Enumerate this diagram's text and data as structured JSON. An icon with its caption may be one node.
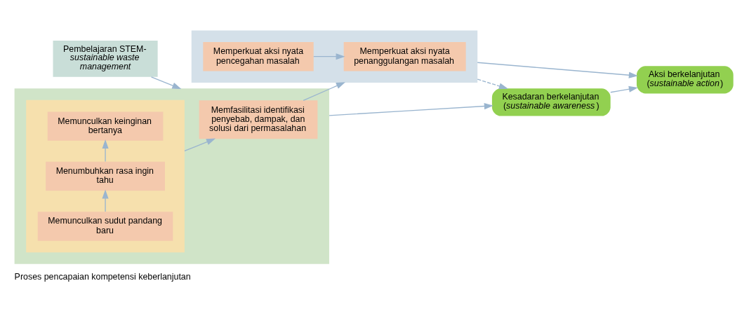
{
  "diagram": {
    "caption": "Proses pencapaian kompetensi keberlanjutan",
    "nodes": [
      {
        "text": [
          "Pembelajaran STEM- *sustainable waste management*"
        ]
      },
      {
        "text": [],
        "shape": "box"
      },
      {
        "text": [],
        "shape": "box",
        "in": 1
      },
      {
        "text": [
          "Memunculkan sudut pandang baru"
        ],
        "in": 2
      },
      {
        "text": [
          "Menumbuhkan rasa ingin tahu"
        ],
        "in": 2
      },
      {
        "text": [
          "Memunculkan keinginan bertanya"
        ],
        "in": 2
      },
      {
        "text": [
          "Memfasilitasi identifikasi penyebab, dampak, dan solusi dari permasalahan"
        ],
        "in": 1
      },
      {
        "text": [],
        "shape": "box"
      },
      {
        "text": [
          "Memperkuat aksi nyata pencegahan masalah"
        ],
        "in": 7
      },
      {
        "text": [
          "Memperkuat aksi nyata penanggulangan masalah"
        ],
        "in": 7
      },
      {
        "text": [
          "Kesadaran berkelanjutan (*sustainable awareness*)"
        ]
      },
      {
        "text": [
          "Aksi berkelanjutan (*sustainable action*)"
        ]
      }
    ],
    "edges": [
      {
        "from": 0,
        "to": 1,
        "arrow": "to"
      },
      {
        "from": 3,
        "to": 4,
        "arrow": "to"
      },
      {
        "from": 4,
        "to": 5,
        "arrow": "to"
      },
      {
        "from": 2,
        "to": 6,
        "arrow": "to"
      },
      {
        "from": 6,
        "to": 7,
        "arrow": "to"
      },
      {
        "from": 8,
        "to": 9,
        "arrow": "to"
      },
      {
        "from": 1,
        "to": 10,
        "arrow": "to"
      },
      {
        "from": 7,
        "to": 10,
        "arrow": "to",
        "style": "dashed"
      },
      {
        "from": 7,
        "to": 11,
        "arrow": "to"
      },
      {
        "from": 10,
        "to": 11,
        "arrow": "to"
      }
    ]
  }
}
